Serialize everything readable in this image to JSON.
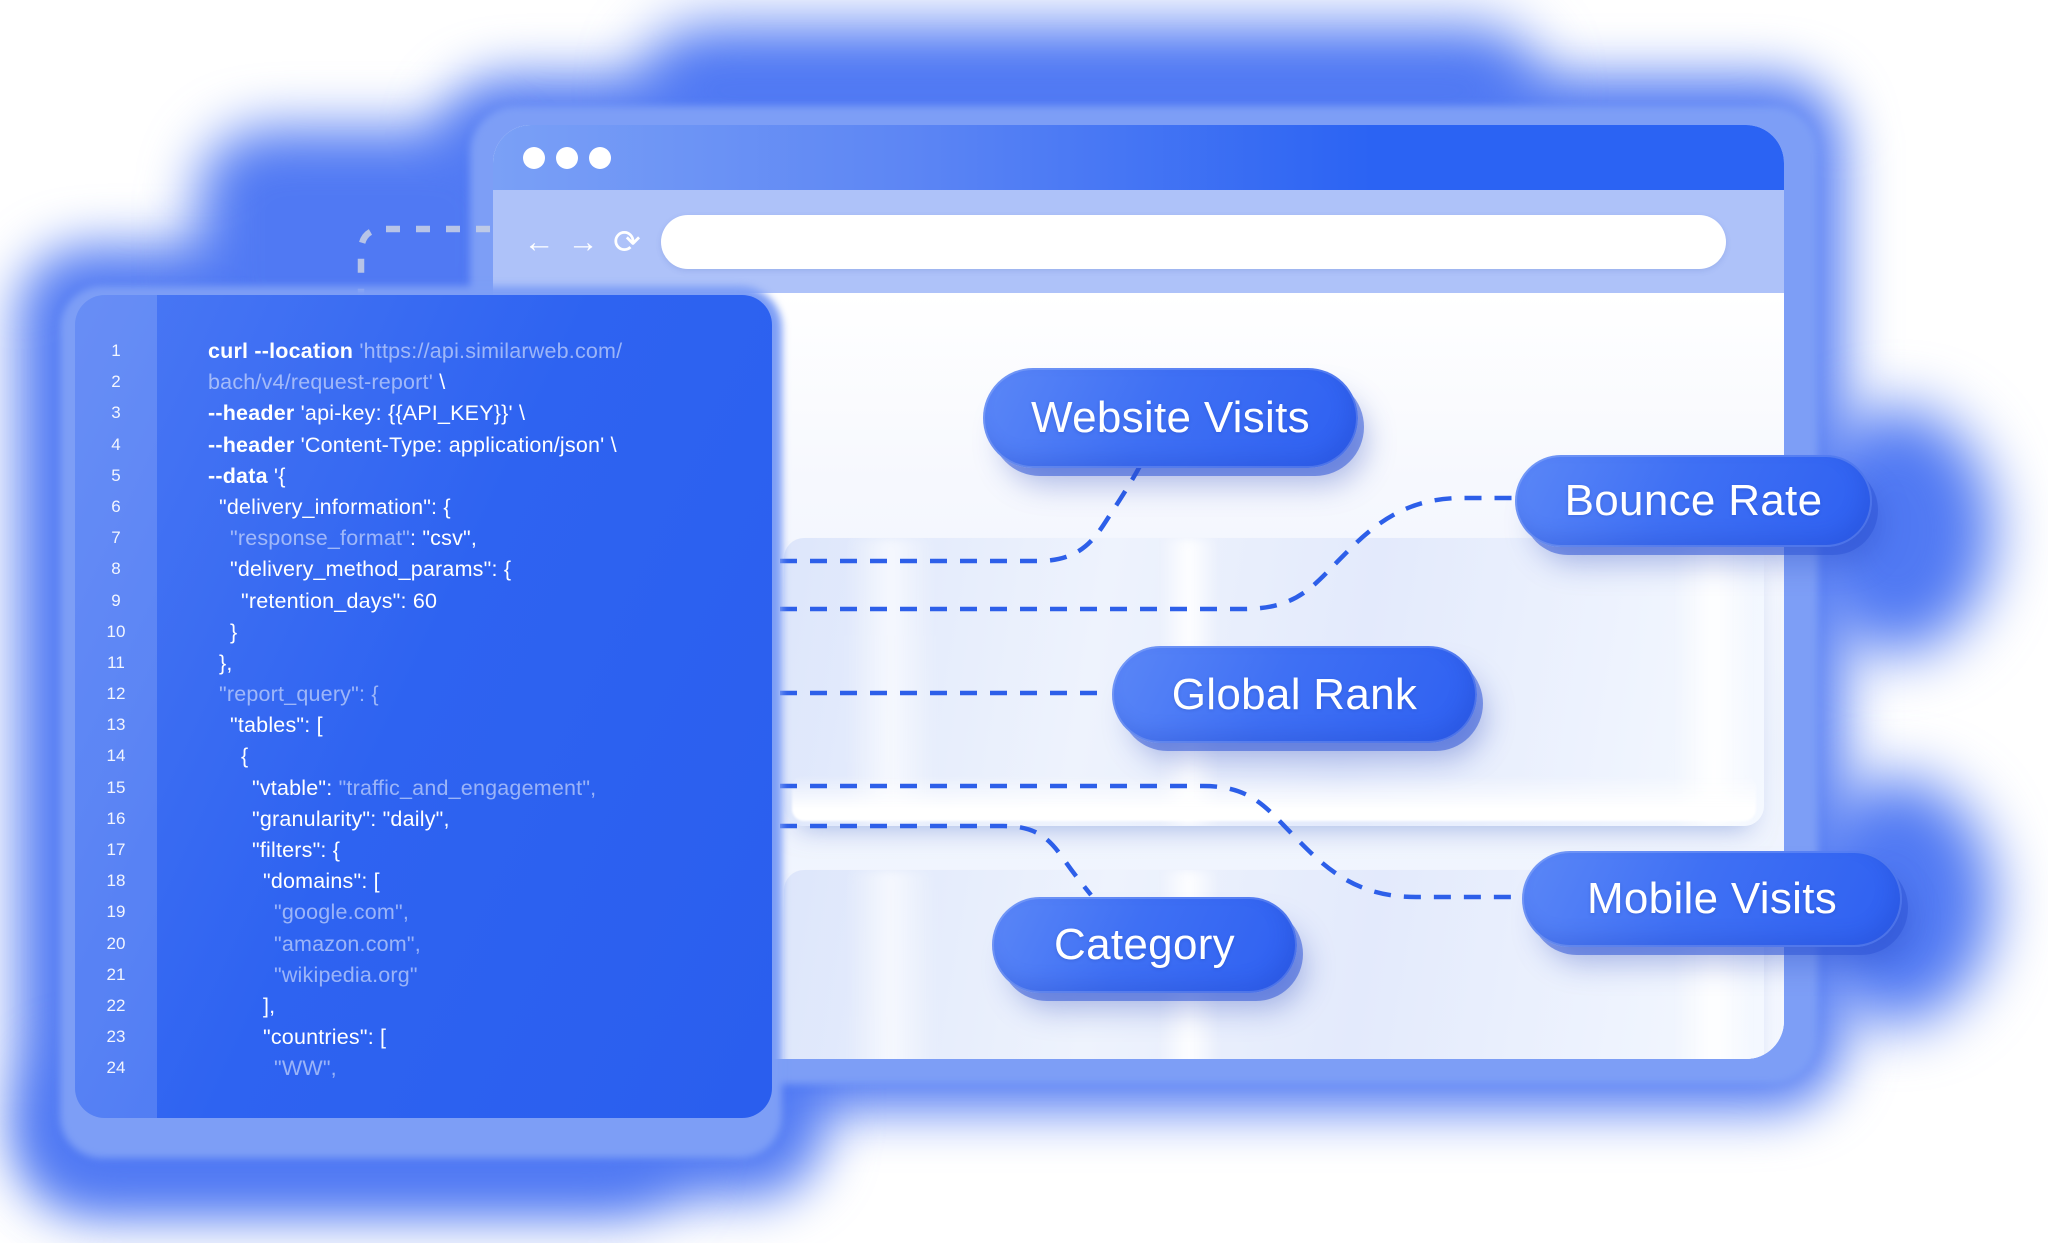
{
  "colors": {
    "glow_blue": "#5079f3",
    "halo_blue": "#7d9ef6",
    "titlebar_grad_start": "#7aa0f6",
    "titlebar_grad_end": "#2b63f3",
    "toolbar_blue": "#aec2f9",
    "dash_blue": "#2d5fe9",
    "decor_dash_gray": "#c9d1e4",
    "panel_grad_start": "#4c79f4",
    "panel_grad_end": "#2a5eee",
    "pill_grad_a": "#5b87f7",
    "pill_grad_b": "#2e60f1"
  },
  "browser": {
    "address_value": "",
    "address_placeholder": "",
    "back_icon": "←",
    "forward_icon": "→",
    "reload_icon": "⟳"
  },
  "pills": [
    {
      "id": "website-visits",
      "label": "Website Visits"
    },
    {
      "id": "bounce-rate",
      "label": "Bounce Rate"
    },
    {
      "id": "global-rank",
      "label": "Global Rank"
    },
    {
      "id": "category",
      "label": "Category"
    },
    {
      "id": "mobile-visits",
      "label": "Mobile Visits"
    }
  ],
  "code": {
    "lines": [
      {
        "n": 1,
        "indent": 0,
        "seg": [
          {
            "t": "curl --location ",
            "c": "bb"
          },
          {
            "t": "'https://api.similarweb.com/",
            "c": "d"
          }
        ]
      },
      {
        "n": 2,
        "indent": 0,
        "seg": [
          {
            "t": "bach/v4/request-report'",
            "c": "d"
          },
          {
            "t": " \\",
            "c": "b"
          }
        ]
      },
      {
        "n": 3,
        "indent": 0,
        "seg": [
          {
            "t": "--header ",
            "c": "bb"
          },
          {
            "t": "'api-key: {{API_KEY}}' \\",
            "c": "b"
          }
        ]
      },
      {
        "n": 4,
        "indent": 0,
        "seg": [
          {
            "t": "--header ",
            "c": "bb"
          },
          {
            "t": "'Content-Type: application/json' \\",
            "c": "b"
          }
        ]
      },
      {
        "n": 5,
        "indent": 0,
        "seg": [
          {
            "t": "--data ",
            "c": "bb"
          },
          {
            "t": "'{",
            "c": "b"
          }
        ]
      },
      {
        "n": 6,
        "indent": 1,
        "seg": [
          {
            "t": "\"delivery_information\": {",
            "c": "b"
          }
        ]
      },
      {
        "n": 7,
        "indent": 2,
        "seg": [
          {
            "t": "\"response_format\"",
            "c": "d"
          },
          {
            "t": ": \"csv\",",
            "c": "b"
          }
        ]
      },
      {
        "n": 8,
        "indent": 2,
        "seg": [
          {
            "t": "\"delivery_method_params\": {",
            "c": "b"
          }
        ]
      },
      {
        "n": 9,
        "indent": 3,
        "seg": [
          {
            "t": "\"retention_days\": 60",
            "c": "b"
          }
        ]
      },
      {
        "n": 10,
        "indent": 2,
        "seg": [
          {
            "t": "}",
            "c": "b"
          }
        ]
      },
      {
        "n": 11,
        "indent": 1,
        "seg": [
          {
            "t": "},",
            "c": "b"
          }
        ]
      },
      {
        "n": 12,
        "indent": 1,
        "seg": [
          {
            "t": "\"report_query\": {",
            "c": "d"
          }
        ]
      },
      {
        "n": 13,
        "indent": 2,
        "seg": [
          {
            "t": "\"tables\": [",
            "c": "b"
          }
        ]
      },
      {
        "n": 14,
        "indent": 3,
        "seg": [
          {
            "t": "{",
            "c": "b"
          }
        ]
      },
      {
        "n": 15,
        "indent": 4,
        "seg": [
          {
            "t": "\"vtable\": ",
            "c": "b"
          },
          {
            "t": "\"traffic_and_engagement\",",
            "c": "d"
          }
        ]
      },
      {
        "n": 16,
        "indent": 4,
        "seg": [
          {
            "t": "\"granularity\": \"daily\",",
            "c": "b"
          }
        ]
      },
      {
        "n": 17,
        "indent": 4,
        "seg": [
          {
            "t": "\"filters\": {",
            "c": "b"
          }
        ]
      },
      {
        "n": 18,
        "indent": 5,
        "seg": [
          {
            "t": "\"domains\": [",
            "c": "b"
          }
        ]
      },
      {
        "n": 19,
        "indent": 6,
        "seg": [
          {
            "t": "\"google.com\",",
            "c": "d"
          }
        ]
      },
      {
        "n": 20,
        "indent": 6,
        "seg": [
          {
            "t": "\"amazon.com\",",
            "c": "d"
          }
        ]
      },
      {
        "n": 21,
        "indent": 6,
        "seg": [
          {
            "t": "\"wikipedia.org\"",
            "c": "d"
          }
        ]
      },
      {
        "n": 22,
        "indent": 5,
        "seg": [
          {
            "t": "],",
            "c": "b"
          }
        ]
      },
      {
        "n": 23,
        "indent": 5,
        "seg": [
          {
            "t": "\"countries\": [",
            "c": "b"
          }
        ]
      },
      {
        "n": 24,
        "indent": 6,
        "seg": [
          {
            "t": "\"WW\",",
            "c": "d"
          }
        ]
      }
    ]
  }
}
